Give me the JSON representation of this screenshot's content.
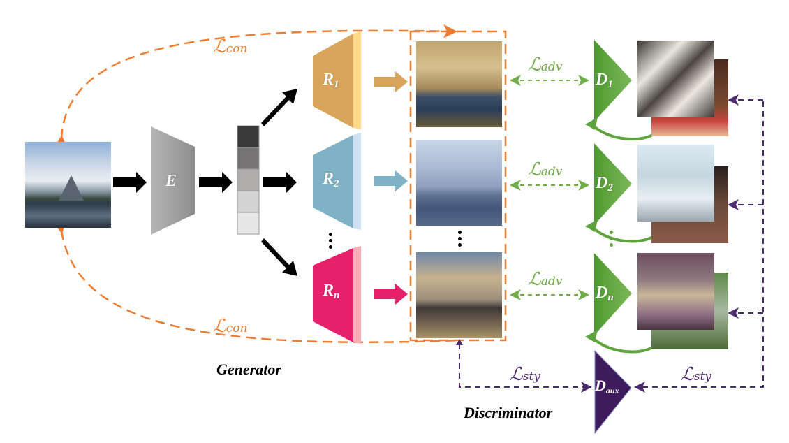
{
  "figure": {
    "sections": {
      "generator": "Generator",
      "discriminator": "Discriminator"
    },
    "input_image": {
      "description": "mountain-lake-photo"
    },
    "encoder": {
      "label": "E",
      "color": "#A6A6A6"
    },
    "latent_code": {
      "cells": [
        "#3A3A3A",
        "#757373",
        "#AFADAC",
        "#D4D3D3",
        "#E6E6E6"
      ]
    },
    "renderers": [
      {
        "label": "R",
        "sub": "1",
        "color": "#D9A55B",
        "edge": "#FFD98A"
      },
      {
        "label": "R",
        "sub": "2",
        "color": "#7FB2C6",
        "edge": "#CFE0F2"
      },
      {
        "label": "R",
        "sub": "n",
        "color": "#E6206A",
        "edge": "#F7AEB6"
      }
    ],
    "discriminators": [
      {
        "label": "D",
        "sub": "1",
        "color": "#5FA33E"
      },
      {
        "label": "D",
        "sub": "2",
        "color": "#5FA33E"
      },
      {
        "label": "D",
        "sub": "n",
        "color": "#5FA33E"
      }
    ],
    "aux_discriminator": {
      "label": "D",
      "sub": "aux",
      "color": "#3F1A5C"
    },
    "losses": {
      "con_top": {
        "main": "ℒ",
        "sub": "con"
      },
      "con_bottom": {
        "main": "ℒ",
        "sub": "con"
      },
      "adv": [
        {
          "main": "ℒ",
          "sub": "adv"
        },
        {
          "main": "ℒ",
          "sub": "adv"
        },
        {
          "main": "ℒ",
          "sub": "adv"
        }
      ],
      "sty_left": {
        "main": "ℒ",
        "sub": "sty"
      },
      "sty_right": {
        "main": "ℒ",
        "sub": "sty"
      }
    },
    "colors": {
      "content_loss": "#ED7D31",
      "adv_loss": "#70AD47",
      "style_loss": "#4B2A6E",
      "flow_arrow": "#000000"
    },
    "ellipsis": "⋮"
  }
}
